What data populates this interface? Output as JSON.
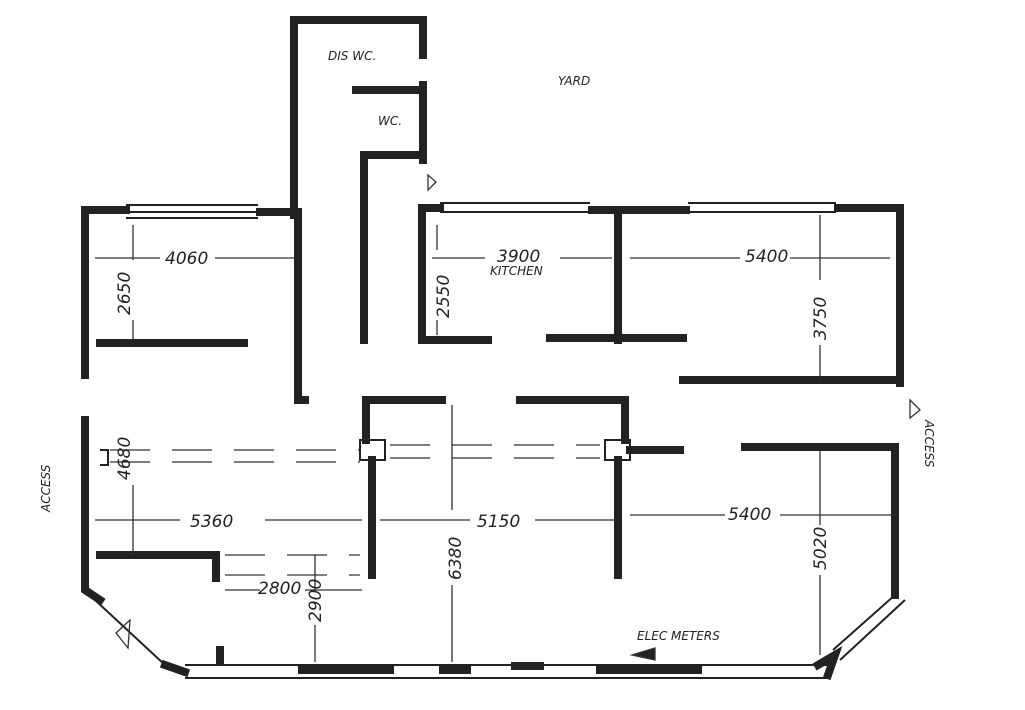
{
  "rooms": {
    "dis_wc": "DIS WC.",
    "wc": "WC.",
    "yard": "YARD",
    "kitchen": "KITCHEN",
    "elec_meters": "ELEC METERS"
  },
  "access": {
    "left": "ACCESS",
    "right": "ACCESS"
  },
  "dimensions": {
    "d4060": "4060",
    "d2650": "2650",
    "d3900": "3900",
    "d2550": "2550",
    "d5400_top": "5400",
    "d3750": "3750",
    "d4680": "4680",
    "d5360": "5360",
    "d5150": "5150",
    "d5400_bottom": "5400",
    "d6380": "6380",
    "d5020": "5020",
    "d2800": "2800",
    "d2900": "2900"
  }
}
